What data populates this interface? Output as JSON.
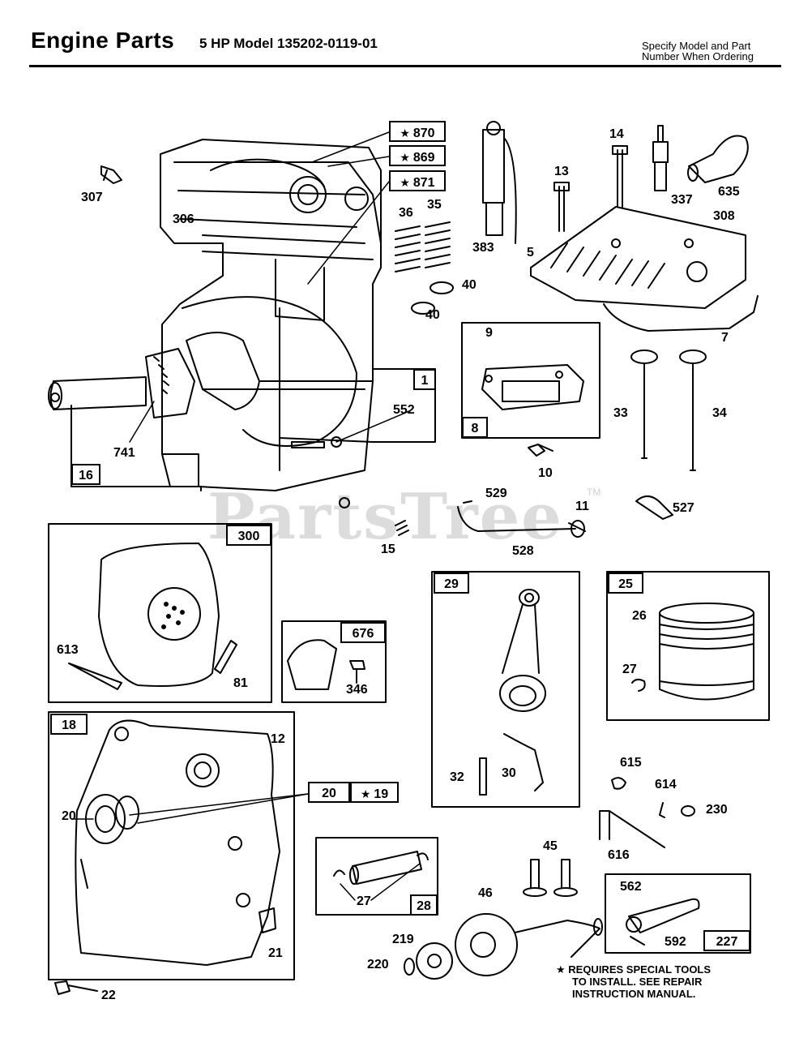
{
  "header": {
    "title": "Engine Parts",
    "model": "5 HP Model 135202-0119-01",
    "note_line1": "Specify Model and Part",
    "note_line2": "Number When Ordering"
  },
  "watermark": {
    "text": "PartsTree",
    "trademark": "TM"
  },
  "labels": {
    "p307": "307",
    "p306": "306",
    "p870": "870",
    "p869": "869",
    "p871": "871",
    "p383": "383",
    "p36": "36",
    "p35": "35",
    "p40a": "40",
    "p40b": "40",
    "p14": "14",
    "p13": "13",
    "p337": "337",
    "p635": "635",
    "p308": "308",
    "p5": "5",
    "p7": "7",
    "p9": "9",
    "p8": "8",
    "p1": "1",
    "p552": "552",
    "p741": "741",
    "p16": "16",
    "p33": "33",
    "p34": "34",
    "p10": "10",
    "p529": "529",
    "p11": "11",
    "p527": "527",
    "p15": "15",
    "p528": "528",
    "p300": "300",
    "p613": "613",
    "p81": "81",
    "p676": "676",
    "p346": "346",
    "p29": "29",
    "p25": "25",
    "p26": "26",
    "p27a": "27",
    "p32": "32",
    "p30": "30",
    "p18": "18",
    "p12": "12",
    "p20a": "20",
    "p20b": "20",
    "p19": "19",
    "p21": "21",
    "p22": "22",
    "p27b": "27",
    "p28": "28",
    "p615": "615",
    "p614": "614",
    "p230": "230",
    "p616": "616",
    "p45": "45",
    "p46": "46",
    "p219": "219",
    "p220": "220",
    "p562": "562",
    "p592": "592",
    "p227": "227"
  },
  "footnote": {
    "line1": "★ REQUIRES SPECIAL TOOLS",
    "line2": "TO INSTALL.  SEE REPAIR",
    "line3": "INSTRUCTION MANUAL."
  }
}
